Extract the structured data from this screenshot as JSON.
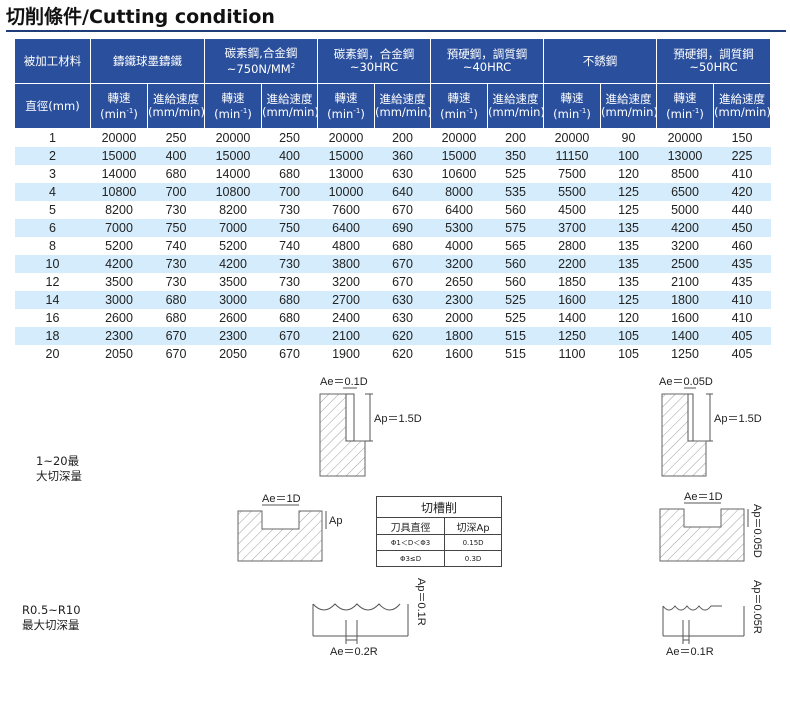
{
  "title": "切削條件/Cutting condition",
  "table": {
    "material_label": "被加工材料",
    "materials": [
      "鑄鐵球墨鑄鐵",
      "碳素鋼,合金鋼 ~750N/MM²",
      "碳素鋼，合金鋼 ~30HRC",
      "預硬鋼，調質鋼 ~40HRC",
      "不銹鋼",
      "預硬鋼，調質鋼 ~50HRC"
    ],
    "material_lines": [
      [
        "鑄鐵球墨鑄鐵",
        ""
      ],
      [
        "碳素鋼,合金鋼",
        "~750N/MM"
      ],
      [
        "碳素鋼，合金鋼",
        "~30HRC"
      ],
      [
        "預硬鋼，調質鋼",
        "~40HRC"
      ],
      [
        "不銹鋼",
        ""
      ],
      [
        "預硬鋼，調質鋼",
        "~50HRC"
      ]
    ],
    "diameter_label": "直徑(mm)",
    "speed_label": "轉速",
    "speed_unit": "(min",
    "feed_label": "進給速度",
    "feed_unit": "(mm/min)",
    "rows": [
      [
        "1",
        "20000",
        "250",
        "20000",
        "250",
        "20000",
        "200",
        "20000",
        "200",
        "20000",
        "90",
        "20000",
        "150"
      ],
      [
        "2",
        "15000",
        "400",
        "15000",
        "400",
        "15000",
        "360",
        "15000",
        "350",
        "11150",
        "100",
        "13000",
        "225"
      ],
      [
        "3",
        "14000",
        "680",
        "14000",
        "680",
        "13000",
        "630",
        "10600",
        "525",
        "7500",
        "120",
        "8500",
        "410"
      ],
      [
        "4",
        "10800",
        "700",
        "10800",
        "700",
        "10000",
        "640",
        "8000",
        "535",
        "5500",
        "125",
        "6500",
        "420"
      ],
      [
        "5",
        "8200",
        "730",
        "8200",
        "730",
        "7600",
        "670",
        "6400",
        "560",
        "4500",
        "125",
        "5000",
        "440"
      ],
      [
        "6",
        "7000",
        "750",
        "7000",
        "750",
        "6400",
        "690",
        "5300",
        "575",
        "3700",
        "135",
        "4200",
        "450"
      ],
      [
        "8",
        "5200",
        "740",
        "5200",
        "740",
        "4800",
        "680",
        "4000",
        "565",
        "2800",
        "135",
        "3200",
        "460"
      ],
      [
        "10",
        "4200",
        "730",
        "4200",
        "730",
        "3800",
        "670",
        "3200",
        "560",
        "2200",
        "135",
        "2500",
        "435"
      ],
      [
        "12",
        "3500",
        "730",
        "3500",
        "730",
        "3200",
        "670",
        "2650",
        "560",
        "1850",
        "135",
        "2100",
        "435"
      ],
      [
        "14",
        "3000",
        "680",
        "3000",
        "680",
        "2700",
        "630",
        "2300",
        "525",
        "1600",
        "125",
        "1800",
        "410"
      ],
      [
        "16",
        "2600",
        "680",
        "2600",
        "680",
        "2400",
        "630",
        "2000",
        "525",
        "1400",
        "120",
        "1600",
        "410"
      ],
      [
        "18",
        "2300",
        "670",
        "2300",
        "670",
        "2100",
        "620",
        "1800",
        "515",
        "1250",
        "105",
        "1400",
        "405"
      ],
      [
        "20",
        "2050",
        "670",
        "2050",
        "670",
        "1900",
        "620",
        "1600",
        "515",
        "1100",
        "105",
        "1250",
        "405"
      ]
    ]
  },
  "diagrams": {
    "label_depth_1_20": [
      "1~20最",
      "大切深量"
    ],
    "label_r": [
      "R0.5~R10",
      "最大切深量"
    ],
    "ae_01d": "Ae＝0.1D",
    "ap_15d_left": "Ap＝1.5D",
    "ae_005d": "Ae＝0.05D",
    "ap_15d_right": "Ap＝1.5D",
    "ae_1d_left": "Ae＝1D",
    "ap_left": "Ap",
    "ae_1d_right": "Ae＝1D",
    "ap_005d_vertical": "Ap＝0.05D",
    "ap_01r_vertical": "Ap＝0.1R",
    "ae_02r": "Ae＝0.2R",
    "ap_005r_vertical": "Ap＝0.05R",
    "ae_01r": "Ae＝0.1R"
  },
  "groove_table": {
    "title": "切槽削",
    "col1": "刀具直徑",
    "col2": "切深Ap",
    "rows": [
      [
        "Φ1＜D＜Φ3",
        "0.15D"
      ],
      [
        "Φ3≤D",
        "0.3D"
      ]
    ]
  }
}
